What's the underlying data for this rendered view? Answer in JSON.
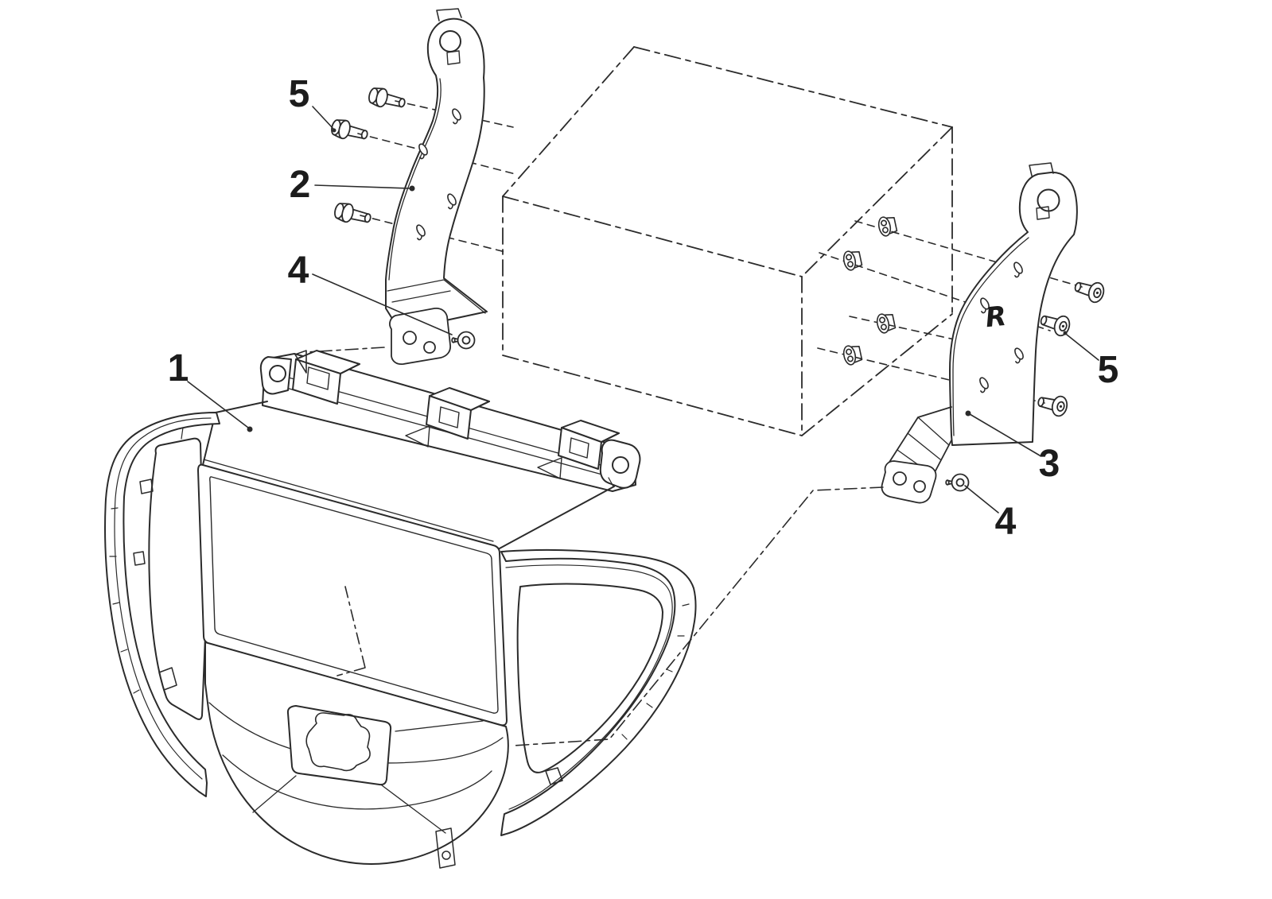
{
  "diagram": {
    "background": "#ffffff",
    "line_color": "#2b2b2b",
    "callouts": {
      "item1": {
        "label": "1"
      },
      "item2": {
        "label": "2"
      },
      "item3": {
        "label": "3"
      },
      "item4_left": {
        "label": "4"
      },
      "item4_right": {
        "label": "4"
      },
      "item5_left": {
        "label": "5"
      },
      "item5_right": {
        "label": "5"
      }
    },
    "bracket_marking": {
      "label": "R"
    }
  }
}
